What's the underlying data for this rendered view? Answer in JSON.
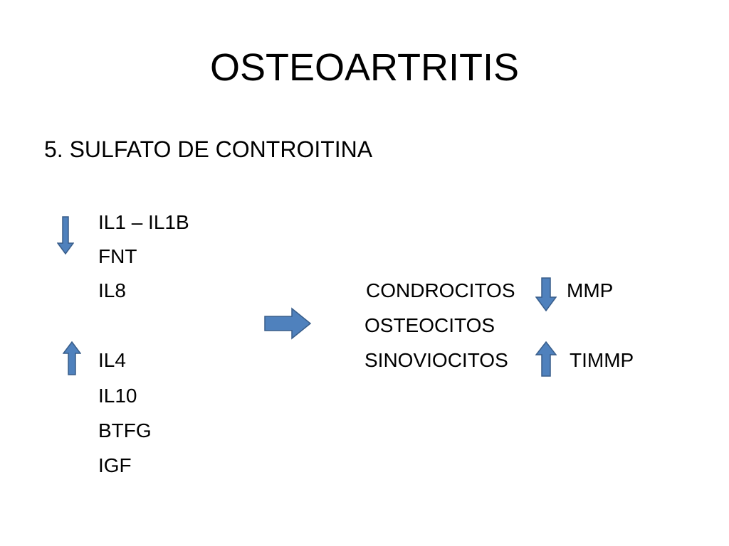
{
  "slide": {
    "title": "OSTEOARTRITIS",
    "subtitle": "5. SULFATO DE CONTROITINA",
    "decreased": [
      "IL1 – IL1B",
      "FNT",
      "IL8"
    ],
    "increased": [
      "IL4",
      "IL10",
      "BTFG",
      "IGF"
    ],
    "cells": [
      "CONDROCITOS",
      "OSTEOCITOS",
      "SINOVIOCITOS"
    ],
    "effects": {
      "mmp": "MMP",
      "timmp": "TIMMP"
    },
    "icons": {
      "down_arrow": "down-arrow-icon",
      "up_arrow": "up-arrow-icon",
      "right_arrow": "right-arrow-icon"
    },
    "colors": {
      "arrow_fill": "#4F81BD",
      "arrow_stroke": "#385D8A"
    }
  }
}
